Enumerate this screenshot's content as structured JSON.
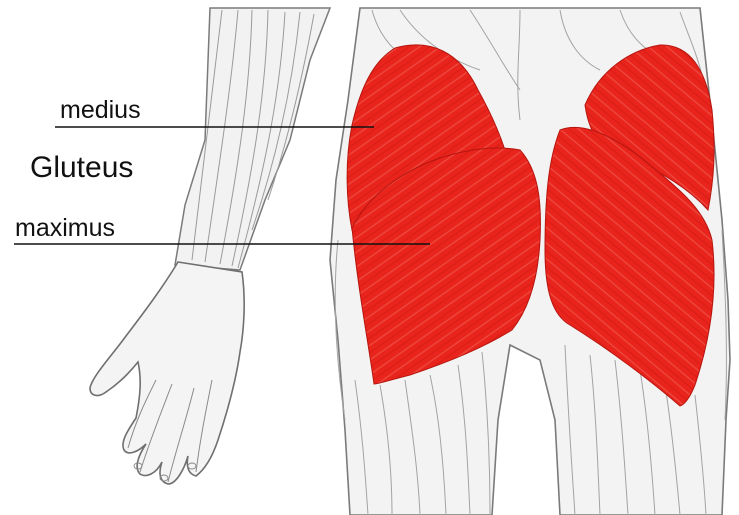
{
  "figure": {
    "labels": {
      "medius": "medius",
      "gluteus": "Gluteus",
      "maximus": "maximus"
    },
    "colors": {
      "muscle": "#e8241c",
      "muscle_highlight": "#f2574b",
      "pencil_line": "#7a7a7a",
      "body_fill": "#f3f3f3",
      "leader_line": "#111111",
      "background": "#ffffff"
    }
  }
}
